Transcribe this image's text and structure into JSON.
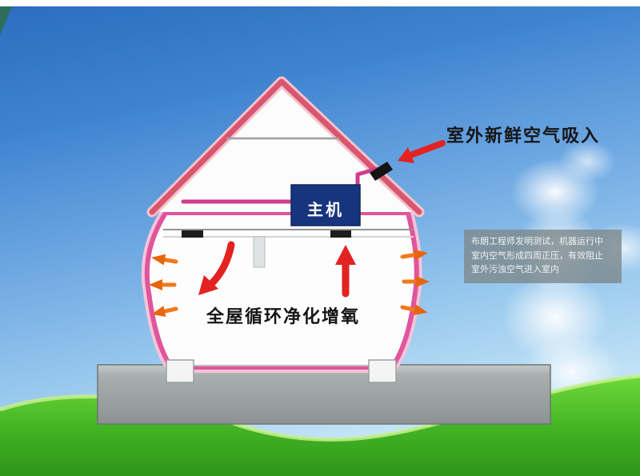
{
  "labels": {
    "fresh_air_intake": "室外新鲜空气吸入",
    "whole_house_circulation": "全屋循环净化增氧",
    "main_unit": "主机"
  },
  "info_box": {
    "lines": [
      "布朗工程师发明测试，机器运行中",
      "室内空气形成四周正压，有效阻止",
      "室外污浊空气进入室内"
    ]
  },
  "colors": {
    "sky_top": "#2b6cbe",
    "sky_bottom": "#daf0fb",
    "grass_green": "#44b524",
    "foundation_gray": "#a9aeae",
    "house_outline_pink": "#e0559b",
    "roof_outline_red": "#d9566f",
    "duct_magenta": "#cf3d8c",
    "main_unit_blue": "#17357e",
    "arrow_red": "#e32222",
    "arrow_orange": "#f1791c"
  }
}
